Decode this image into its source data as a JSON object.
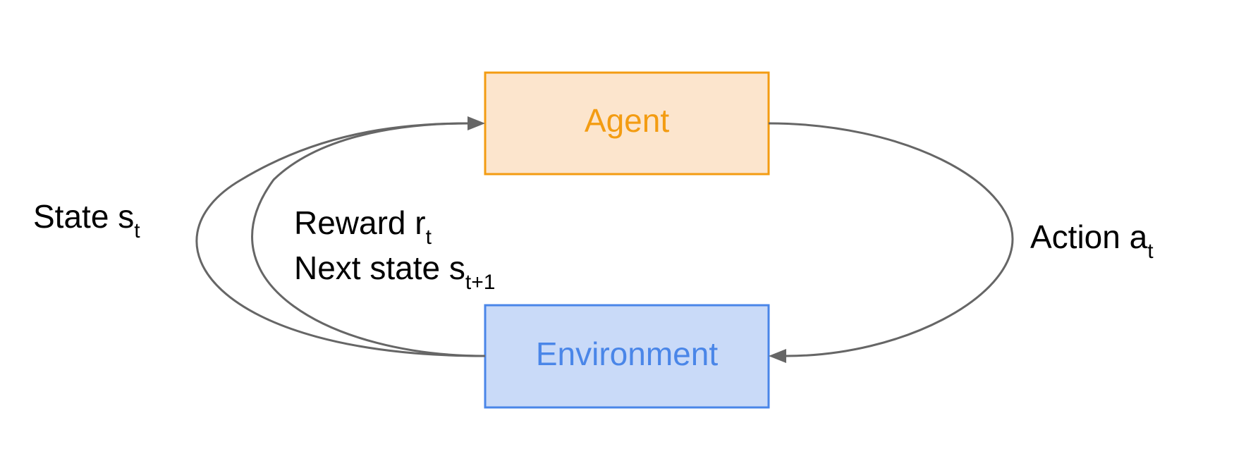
{
  "nodes": {
    "agent": {
      "label": "Agent",
      "fill": "#fce5cd",
      "stroke": "#f39c12",
      "text_color": "#f39c12"
    },
    "environment": {
      "label": "Environment",
      "fill": "#c9daf8",
      "stroke": "#4a86e8",
      "text_color": "#4a86e8"
    }
  },
  "edges": {
    "state": {
      "label": "State s",
      "sub": "t"
    },
    "reward": {
      "label": "Reward r",
      "sub": "t"
    },
    "next_state": {
      "label": "Next state s",
      "sub": "t+1"
    },
    "action": {
      "label": "Action a",
      "sub": "t"
    }
  },
  "colors": {
    "edge": "#666666"
  }
}
